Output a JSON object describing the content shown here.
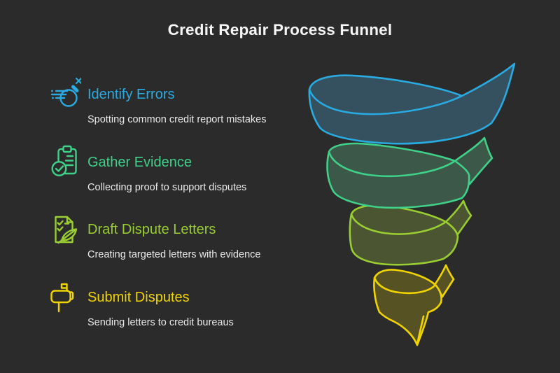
{
  "title": "Credit Repair Process Funnel",
  "colors": {
    "background": "#2b2b2b",
    "title_text": "#f5f5f5",
    "subtitle_text": "#e9e9e9"
  },
  "steps": [
    {
      "label": "Identify Errors",
      "description": "Spotting common credit report mistakes",
      "color": "#29abe2",
      "icon": "bomb-speed-icon"
    },
    {
      "label": "Gather Evidence",
      "description": "Collecting proof to support disputes",
      "color": "#3fd08a",
      "icon": "clipboard-check-icon"
    },
    {
      "label": "Draft Dispute Letters",
      "description": "Creating targeted letters with evidence",
      "color": "#9acd32",
      "icon": "document-quill-icon"
    },
    {
      "label": "Submit Disputes",
      "description": "Sending letters to credit bureaus",
      "color": "#f0d400",
      "icon": "mailbox-icon"
    }
  ],
  "funnel": {
    "type": "spiral-funnel",
    "direction": "top-to-bottom",
    "levels": [
      {
        "name": "Identify Errors",
        "stroke": "#29abe2",
        "fill": "#35505e"
      },
      {
        "name": "Gather Evidence",
        "stroke": "#3fd08a",
        "fill": "#3c5848"
      },
      {
        "name": "Draft Dispute Letters",
        "stroke": "#9acd32",
        "fill": "#4c5531"
      },
      {
        "name": "Submit Disputes",
        "stroke": "#f0d400",
        "fill": "#575223"
      }
    ]
  }
}
